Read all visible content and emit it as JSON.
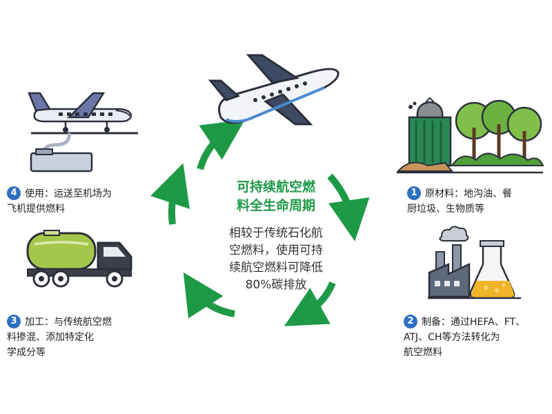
{
  "colors": {
    "accent_green": "#1e9a47",
    "badge_blue": "#2f6fc0"
  },
  "center": {
    "title_lines": [
      "可持续航空燃",
      "料全生命周期"
    ],
    "body_lines": [
      "相较于传统石化航",
      "空燃料，使用可持",
      "续航空燃料可降低",
      "80%碳排放"
    ]
  },
  "steps": [
    {
      "number": "1",
      "lines": [
        "原材料：地沟油、餐",
        "厨垃圾、生物质等"
      ],
      "icon": "biomass-trees-icon"
    },
    {
      "number": "2",
      "lines": [
        "制备：通过HEFA、FT、",
        "ATJ、CH等方法转化为",
        "航空燃料"
      ],
      "icon": "factory-flask-icon"
    },
    {
      "number": "3",
      "lines": [
        "加工：与传统航空燃",
        "料掺混、添加特定化",
        "学成分等"
      ],
      "icon": "tanker-truck-icon"
    },
    {
      "number": "4",
      "lines": [
        "使用：运送至机场为",
        "飞机提供燃料"
      ],
      "icon": "refueling-plane-icon"
    }
  ],
  "icons": {
    "top": "airplane-icon",
    "cycle_arrows": "cycle-arrow-icon"
  }
}
